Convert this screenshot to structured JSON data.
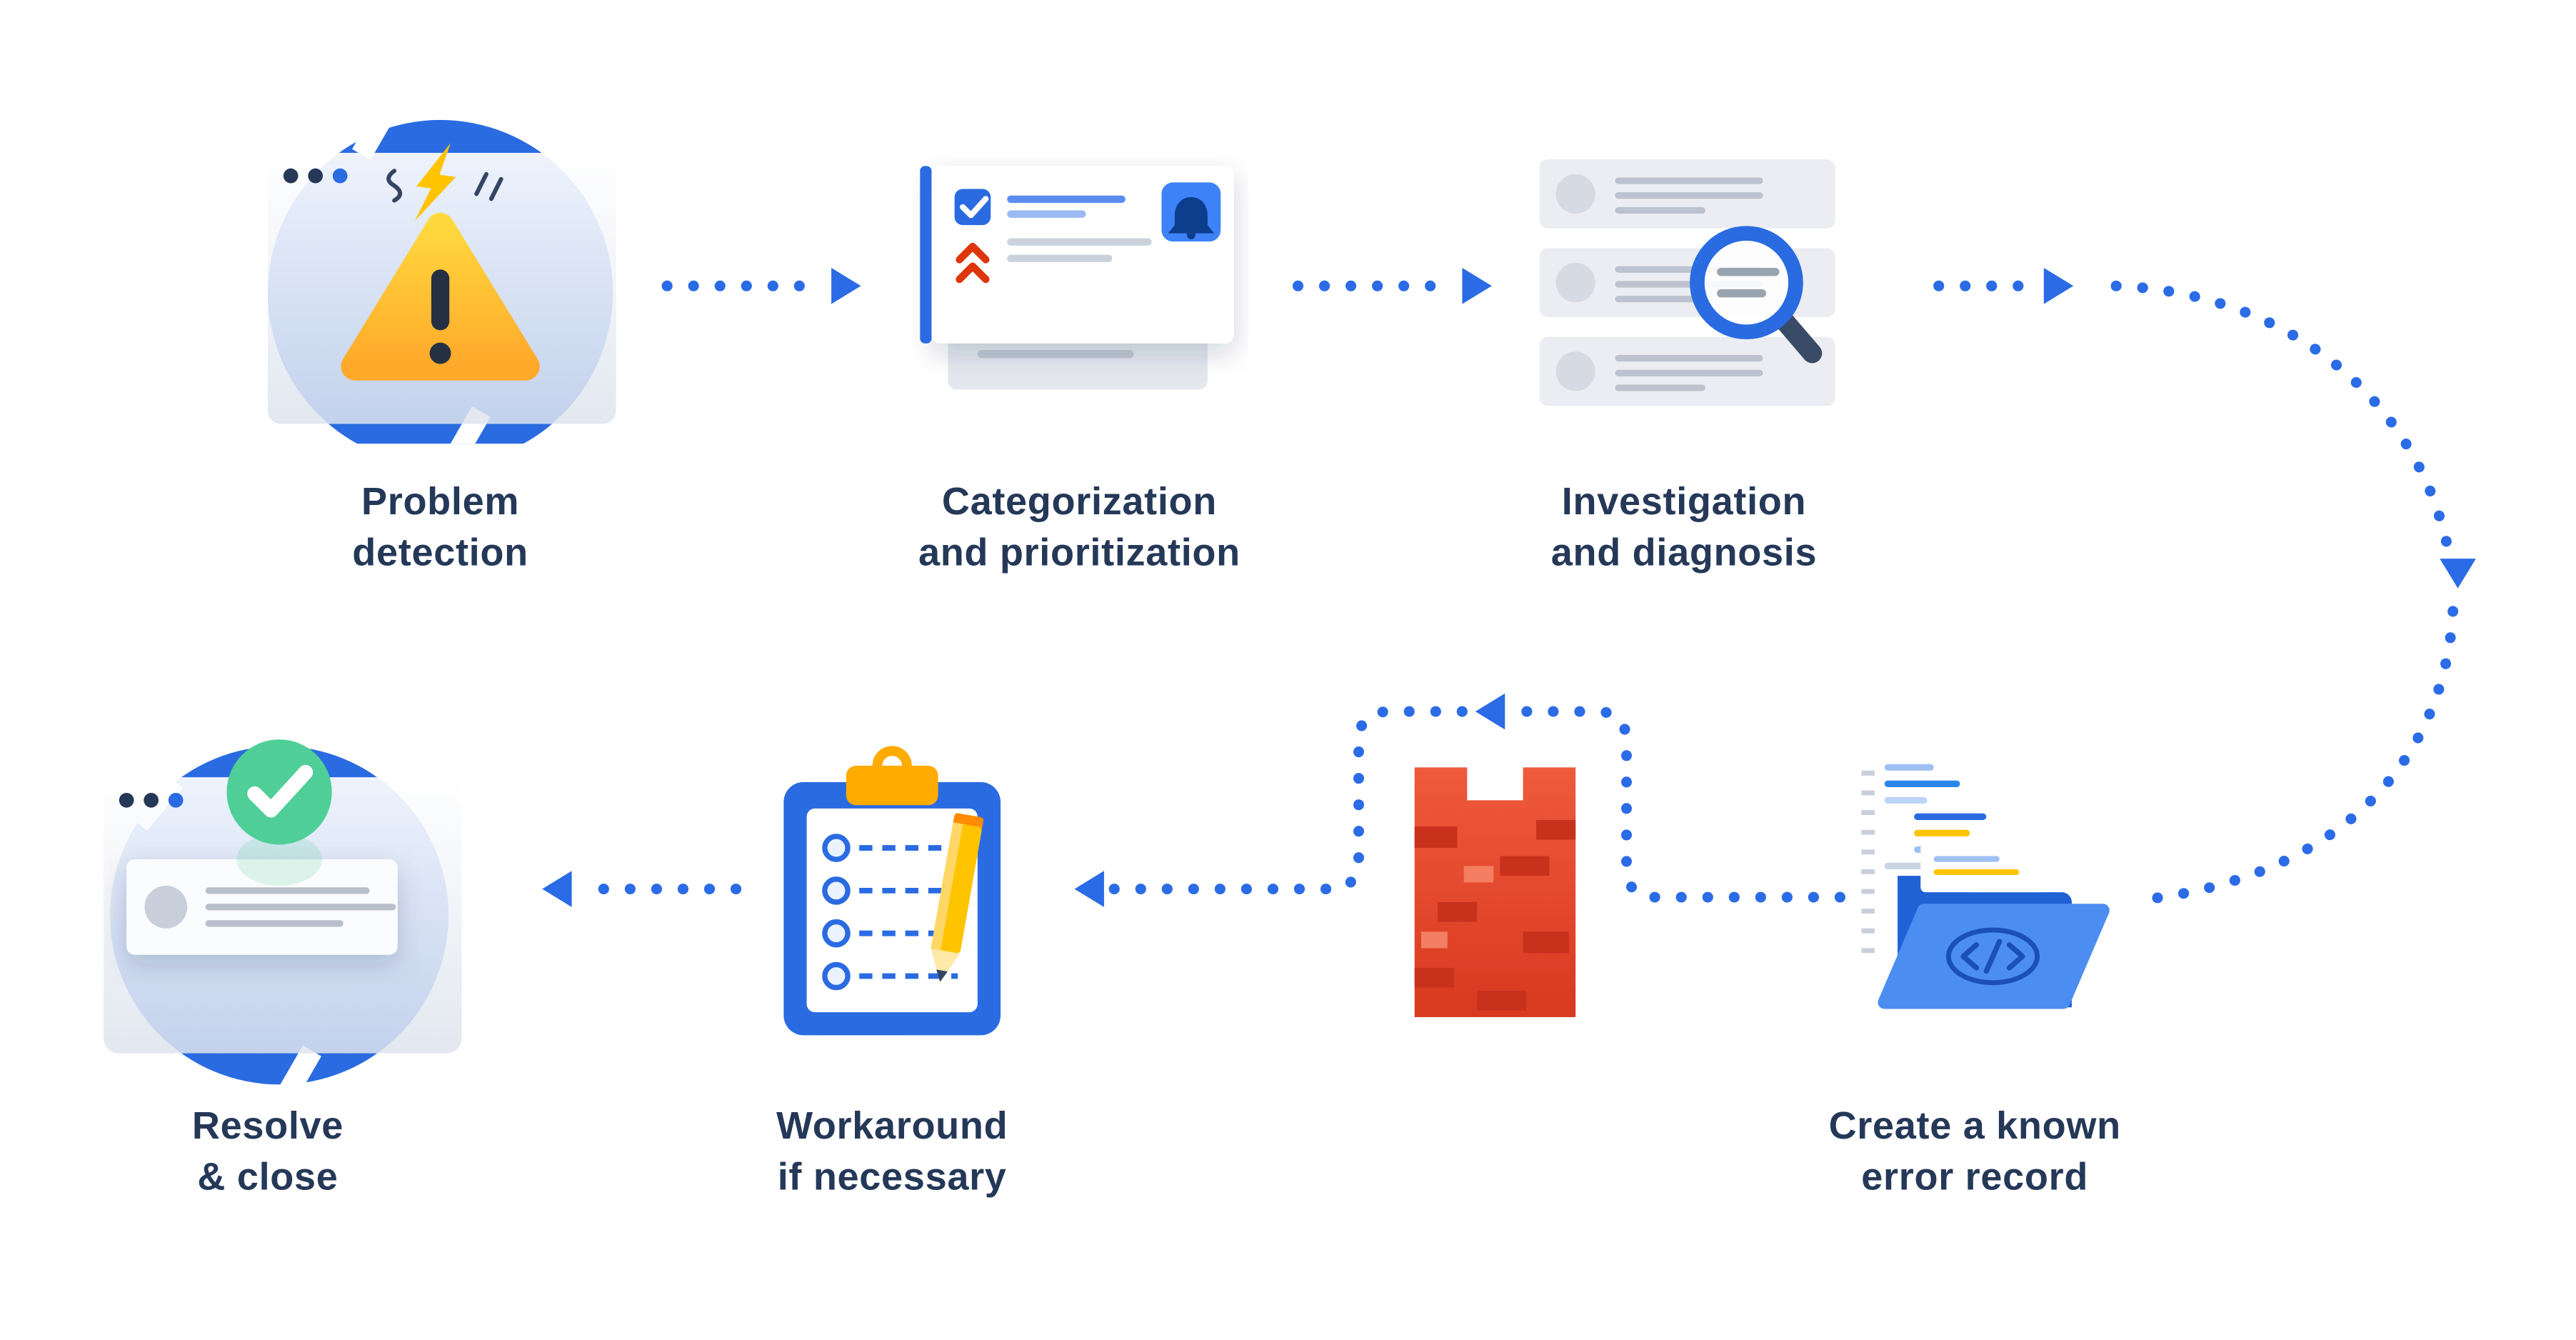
{
  "canvas": {
    "background": "#ffffff"
  },
  "palette": {
    "accent_blue": "#2A6BE2",
    "connector_blue": "#2B6BE6",
    "text_navy": "#253858",
    "warning_yellow": "#FFC400",
    "priority_red": "#DE350B",
    "brick_red": "#E0452A",
    "success_green": "#4FCF97"
  },
  "steps": [
    {
      "id": "problem-detection",
      "line1": "Problem",
      "line2": "detection",
      "icon": "browser-warning-icon"
    },
    {
      "id": "categorization-prioritization",
      "line1": "Categorization",
      "line2": "and prioritization",
      "icon": "ticket-card-icon"
    },
    {
      "id": "investigation-diagnosis",
      "line1": "Investigation",
      "line2": "and diagnosis",
      "icon": "list-magnifier-icon"
    },
    {
      "id": "create-known-error-record",
      "line1": "Create a known",
      "line2": "error record",
      "icon": "code-folder-icon"
    },
    {
      "id": "workaround-if-necessary",
      "line1": "Workaround",
      "line2": "if necessary",
      "icon": "clipboard-checklist-icon"
    },
    {
      "id": "resolve-close",
      "line1": "Resolve",
      "line2": "& close",
      "icon": "browser-check-icon"
    }
  ],
  "obstacle": {
    "id": "obstacle",
    "icon": "brick-wall-icon"
  },
  "flow": [
    {
      "from": "problem-detection",
      "to": "categorization-prioritization"
    },
    {
      "from": "categorization-prioritization",
      "to": "investigation-diagnosis"
    },
    {
      "from": "investigation-diagnosis",
      "to": "create-known-error-record"
    },
    {
      "from": "create-known-error-record",
      "to": "workaround-if-necessary",
      "via": "over-obstacle"
    },
    {
      "from": "workaround-if-necessary",
      "to": "resolve-close"
    }
  ]
}
